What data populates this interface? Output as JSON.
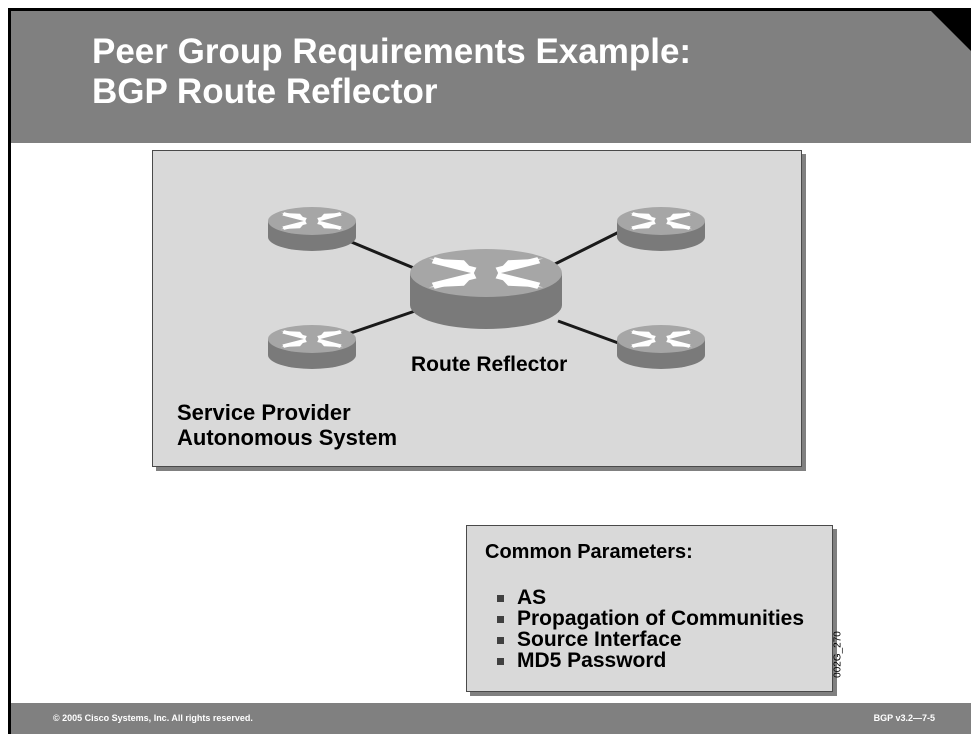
{
  "slide": {
    "title_line1": "Peer Group Requirements Example:",
    "title_line2": "BGP Route Reflector"
  },
  "diagram": {
    "hub_label": "Route Reflector",
    "as_label_line1": "Service Provider",
    "as_label_line2": "Autonomous System",
    "hub_icon": "router-icon",
    "client_icon": "router-icon",
    "client_count": 4
  },
  "parameters": {
    "heading": "Common Parameters:",
    "items": [
      "AS",
      "Propagation of Communities",
      "Source Interface",
      "MD5 Password"
    ]
  },
  "figure_code": "002G_270",
  "footer": {
    "copyright": "© 2005 Cisco Systems, Inc. All rights reserved.",
    "course_ref": "BGP v3.2—7-5"
  },
  "colors": {
    "title_bar": "#808080",
    "panel": "#d9d9d9",
    "router_body": "#8c8c8c",
    "router_top": "#b3b3b3"
  }
}
